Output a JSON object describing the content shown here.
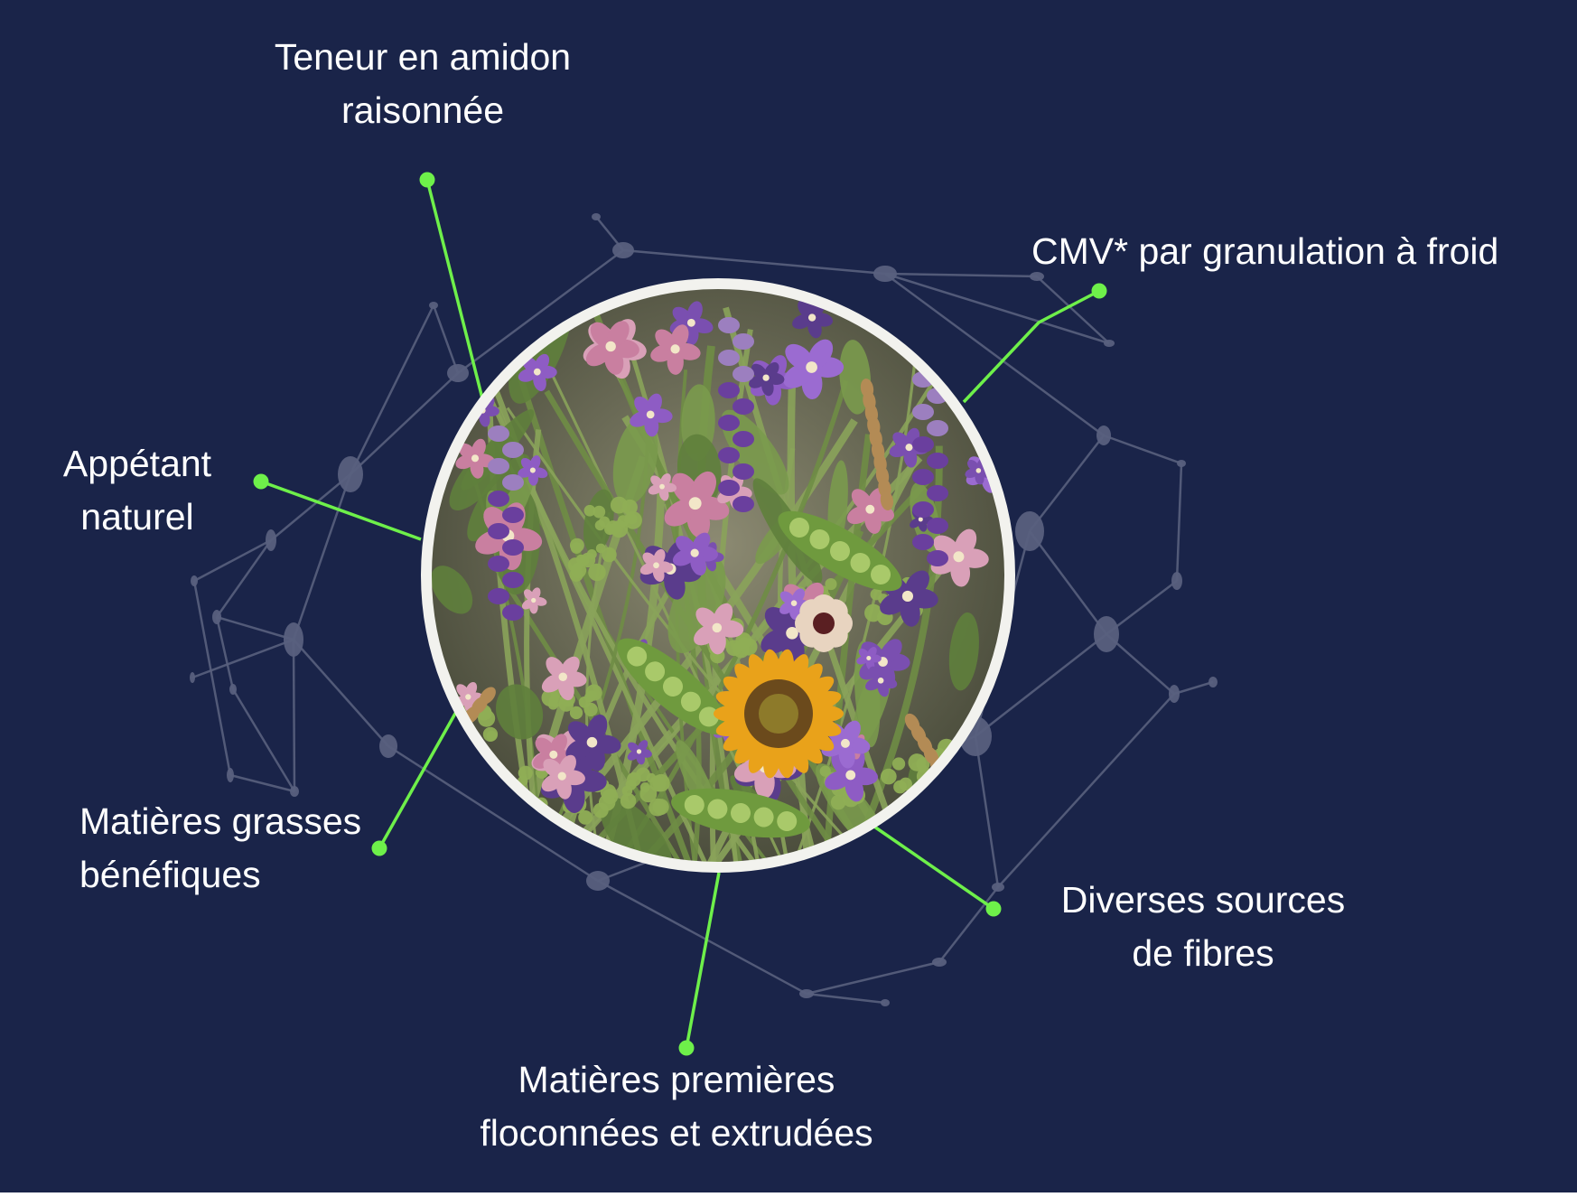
{
  "colors": {
    "background": "#1a2449",
    "accent": "#6ef04a",
    "network": "#59607e",
    "ring": "#f2f2ee"
  },
  "center_image": {
    "description_icon": "flower-bouquet-image"
  },
  "features": [
    {
      "id": "starch",
      "lines": [
        "Teneur en amidon",
        "raisonnée"
      ]
    },
    {
      "id": "cmv",
      "lines": [
        "CMV* par granulation à froid"
      ]
    },
    {
      "id": "palatable",
      "lines": [
        "Appétant",
        "naturel"
      ]
    },
    {
      "id": "fats",
      "lines": [
        "Matières grasses",
        "bénéfiques"
      ]
    },
    {
      "id": "fibres",
      "lines": [
        "Diverses sources",
        "de fibres"
      ]
    },
    {
      "id": "raw",
      "lines": [
        "Matières premières",
        "floconnées et extrudées"
      ]
    }
  ]
}
